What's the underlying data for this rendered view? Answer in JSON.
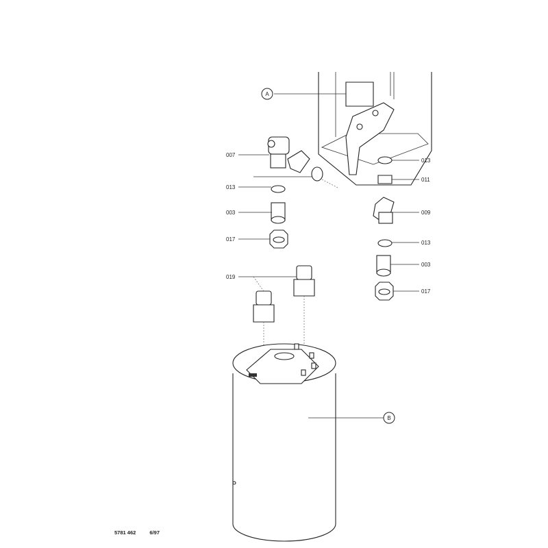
{
  "diagram": {
    "callouts": {
      "A": "A",
      "B": "B"
    },
    "left_labels": [
      "007",
      "013",
      "003",
      "017",
      "019"
    ],
    "right_labels": [
      "013",
      "011",
      "009",
      "013",
      "003",
      "017"
    ]
  },
  "footer": {
    "doc_number": "5781 462",
    "date": "6/97"
  }
}
